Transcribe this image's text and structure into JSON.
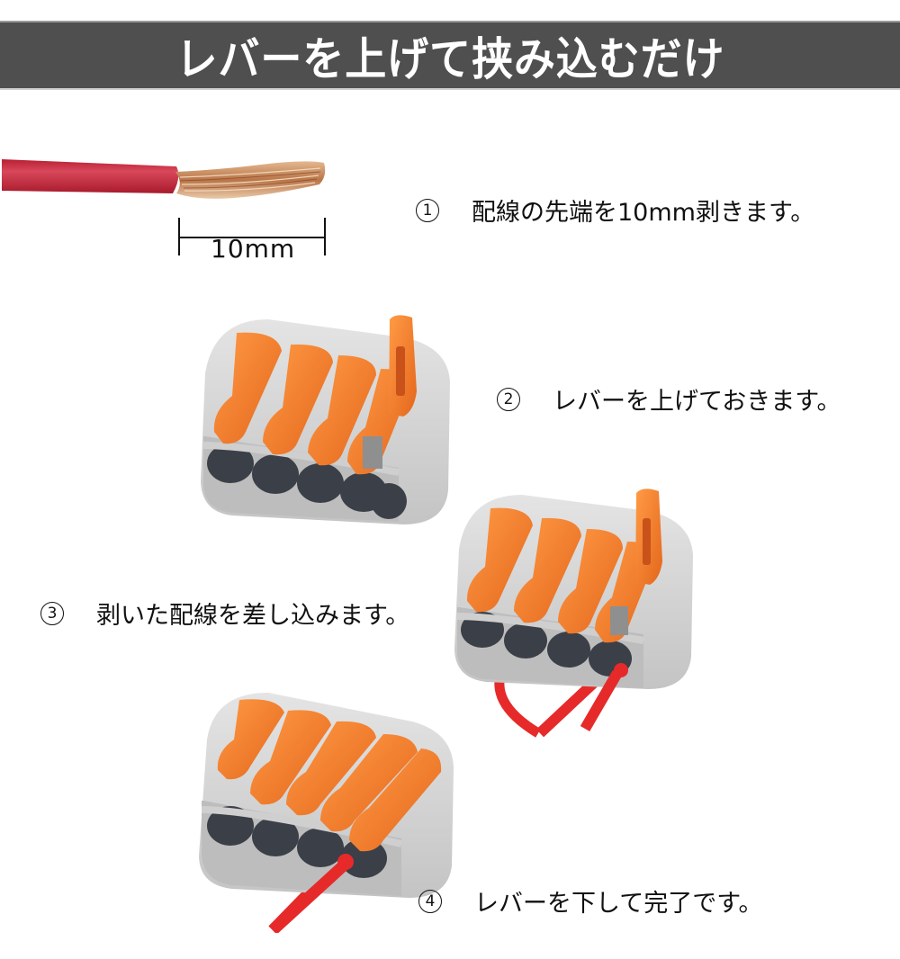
{
  "banner": {
    "title": "レバーを上げて挟み込むだけ",
    "background": "#4f4f4f",
    "text_color": "#ffffff"
  },
  "wire_illustration": {
    "measure_label": "10mm",
    "insulation_color": "#c8283a",
    "strand_color": "#c98a5a"
  },
  "steps": [
    {
      "number": "①",
      "text": "配線の先端を10mm剥きます。"
    },
    {
      "number": "②",
      "text": "レバーを上げておきます。"
    },
    {
      "number": "③",
      "text": "剥いた配線を差し込みます。"
    },
    {
      "number": "④",
      "text": "レバーを下して完了です。"
    }
  ],
  "connector": {
    "body_color": "#d6d6d6",
    "lever_color": "#f5822a",
    "wire_color": "#e62a2a"
  }
}
